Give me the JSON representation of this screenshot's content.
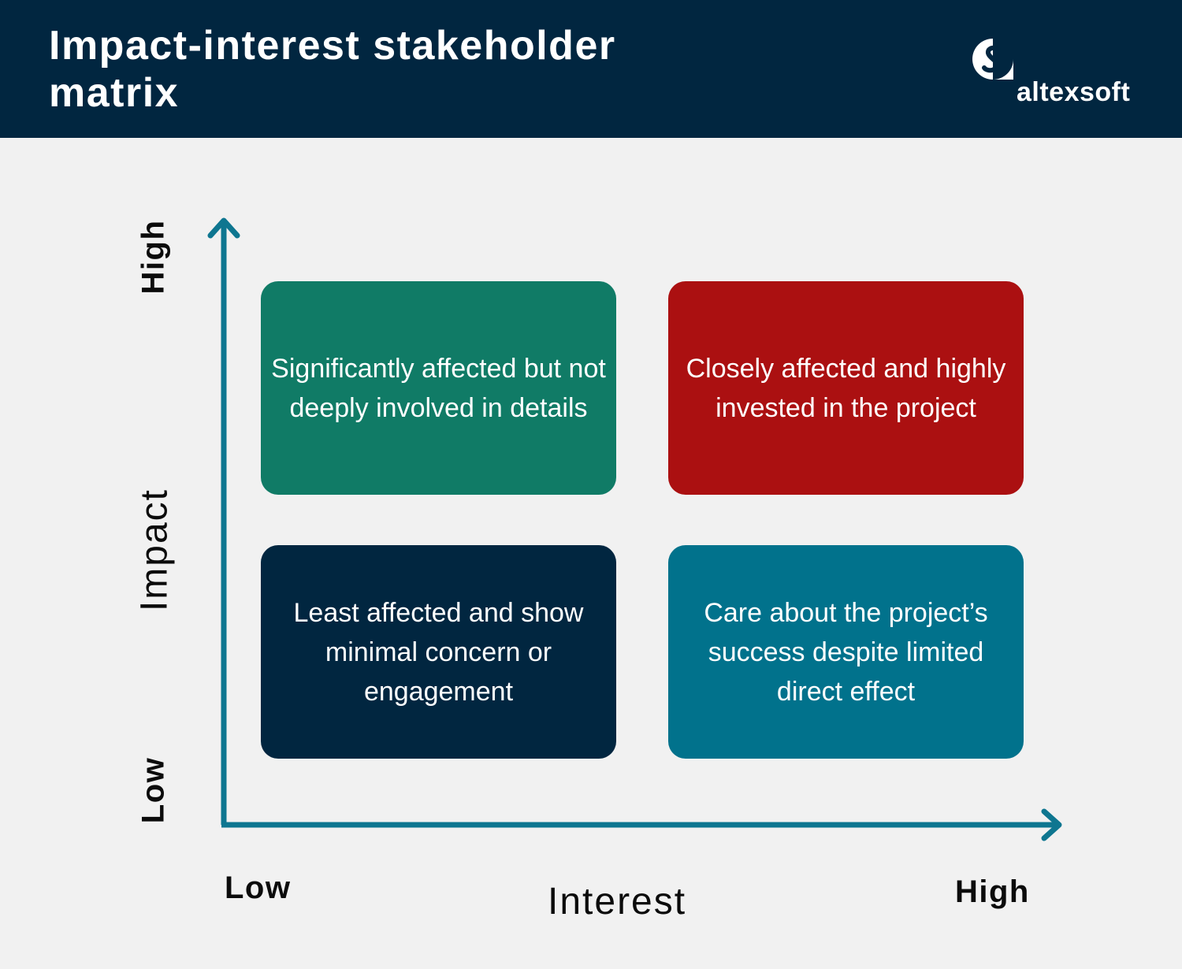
{
  "header": {
    "title": "Impact-interest stakeholder matrix",
    "brand": "altexsoft",
    "logo_icon": "altexsoft-logo-icon",
    "background": "#012640"
  },
  "axes": {
    "color": "#0e7690",
    "y_title": "Impact",
    "y_high": "High",
    "y_low": "Low",
    "x_title": "Interest",
    "x_low": "Low",
    "x_high": "High"
  },
  "quadrants": [
    {
      "impact": "High",
      "interest": "Low",
      "text": "Significantly affected but not deeply involved in details",
      "color": "#107b66"
    },
    {
      "impact": "High",
      "interest": "High",
      "text": "Closely affected and highly invested in the project",
      "color": "#ab1011"
    },
    {
      "impact": "Low",
      "interest": "Low",
      "text": "Least affected and show minimal concern or engagement",
      "color": "#012640"
    },
    {
      "impact": "Low",
      "interest": "High",
      "text": "Care about the project’s success despite limited direct effect",
      "color": "#01728c"
    }
  ]
}
